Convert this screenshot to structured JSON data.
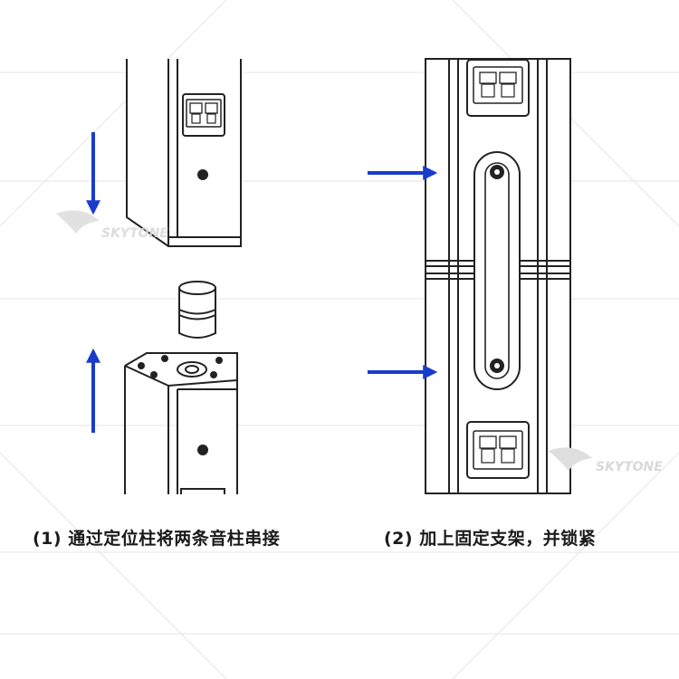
{
  "steps": [
    {
      "caption": "(1) 通过定位柱将两条音柱串接"
    },
    {
      "caption": "(2) 加上固定支架，并锁紧"
    }
  ],
  "watermark": {
    "text": "SKYTONE"
  },
  "colors": {
    "arrow": "#1a3ccc",
    "line": "#222222",
    "speaker_fill": "#ffffff",
    "grid_line": "#dddddd",
    "watermark": "#d9d9d9"
  },
  "icons": [
    "arrow-down-icon",
    "arrow-up-icon",
    "arrow-right-icon",
    "connector-terminal-icon",
    "locating-pin-icon"
  ]
}
